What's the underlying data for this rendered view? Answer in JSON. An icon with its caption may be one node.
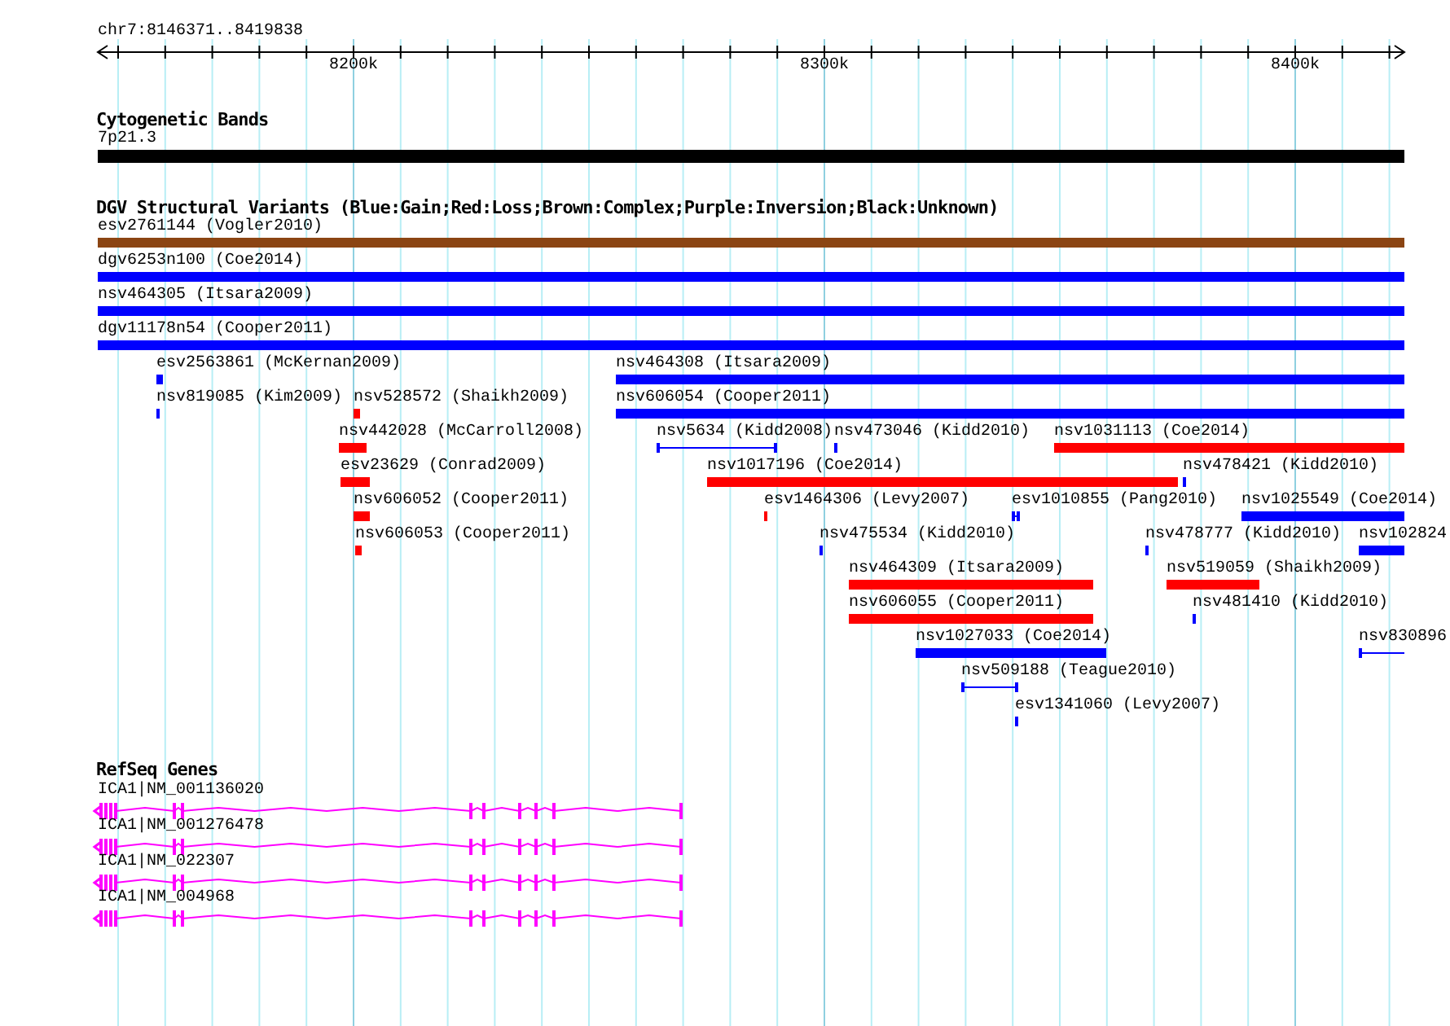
{
  "diagram": {
    "nodes": [
      {
        "text": [
          "7p21.3"
        ]
      },
      {
        "text": [
          "esv2761144 (Vogler2010)"
        ]
      },
      {
        "text": [
          "dgv6253n100 (Coe2014)"
        ]
      },
      {
        "text": [
          "nsv464305 (Itsara2009)"
        ]
      },
      {
        "text": [
          "dgv11178n54 (Cooper2011)"
        ]
      },
      {
        "text": [
          "esv2563861 (McKernan2009)"
        ]
      },
      {
        "text": [
          "nsv464308 (Itsara2009)"
        ]
      },
      {
        "text": [
          "nsv819085 (Kim2009)"
        ]
      },
      {
        "text": [
          "nsv528572 (Shaikh2009)"
        ]
      },
      {
        "text": [
          "nsv606054 (Cooper2011)"
        ]
      },
      {
        "text": [
          "nsv442028 (McCarroll2008)"
        ]
      },
      {
        "text": [
          "nsv5634 (Kidd2008)"
        ]
      },
      {
        "text": [
          "nsv473046 (Kidd2010)"
        ]
      },
      {
        "text": [
          "nsv1031113 (Coe2014)"
        ]
      },
      {
        "text": [
          "esv23629 (Conrad2009)"
        ]
      },
      {
        "text": [
          "nsv1017196 (Coe2014)"
        ]
      },
      {
        "text": [
          "nsv478421 (Kidd2010)"
        ]
      },
      {
        "text": [
          "nsv606052 (Cooper2011)"
        ]
      },
      {
        "text": [
          "esv1464306 (Levy2007)"
        ]
      },
      {
        "text": [
          "esv1010855 (Pang2010)"
        ]
      },
      {
        "text": [
          "nsv1025549 (Coe2014)"
        ]
      },
      {
        "text": [
          "nsv606053 (Cooper2011)"
        ]
      },
      {
        "text": [
          "nsv475534 (Kidd2010)"
        ]
      },
      {
        "text": [
          "nsv478777 (Kidd2010)"
        ]
      },
      {
        "text": [
          "nsv102824"
        ]
      },
      {
        "text": [
          "nsv464309 (Itsara2009)"
        ]
      },
      {
        "text": [
          "nsv519059 (Shaikh2009)"
        ]
      },
      {
        "text": [
          "nsv606055 (Cooper2011)"
        ]
      },
      {
        "text": [
          "nsv481410 (Kidd2010)"
        ]
      },
      {
        "text": [
          "nsv1027033 (Coe2014)"
        ]
      },
      {
        "text": [
          "nsv830896"
        ]
      },
      {
        "text": [
          "nsv509188 (Teague2010)"
        ]
      },
      {
        "text": [
          "esv1341060 (Levy2007)"
        ]
      },
      {
        "text": [
          "ICA1|NM_001136020"
        ]
      },
      {
        "text": [
          "ICA1|NM_001276478"
        ]
      },
      {
        "text": [
          "ICA1|NM_022307"
        ]
      },
      {
        "text": [
          "ICA1|NM_004968"
        ]
      }
    ],
    "labels": [
      "chr7:8146371..8419838",
      "8200k",
      "8300k",
      "8400k",
      "Cytogenetic Bands",
      "DGV Structural Variants (Blue:Gain;Red:Loss;Brown:Complex;Purple:Inversion;Black:Unknown)",
      "RefSeq Genes"
    ]
  }
}
